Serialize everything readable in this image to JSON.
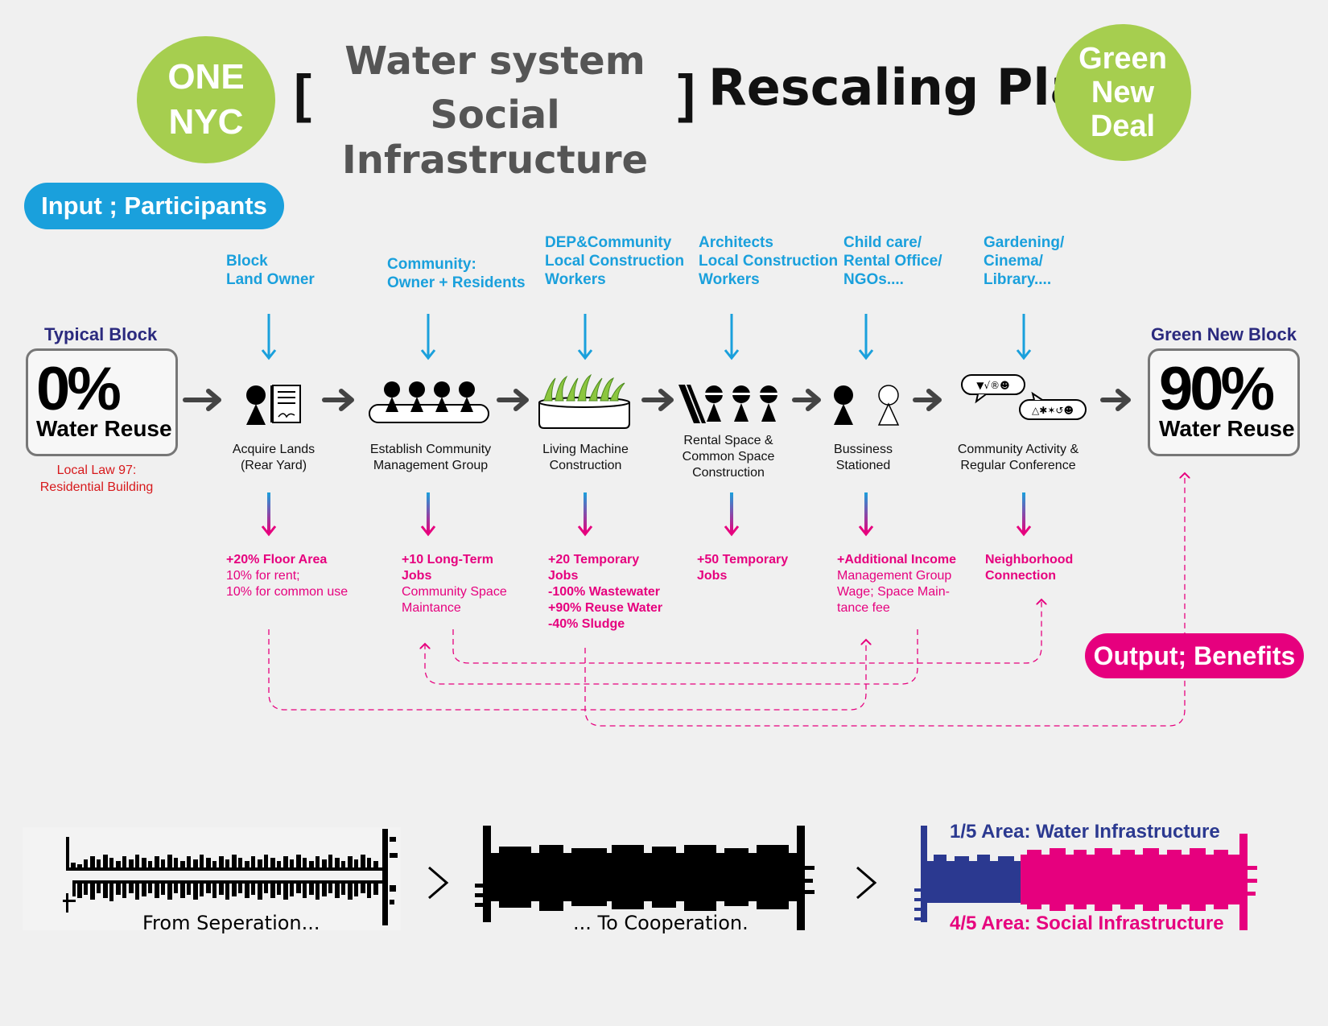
{
  "header": {
    "left_badge": [
      "ONE",
      "NYC"
    ],
    "bracket_open": "[",
    "bracket_close": "]",
    "subtitle_line1": "Water system",
    "subtitle_line2": "Social Infrastructure",
    "title": "Rescaling Plan",
    "right_badge": [
      "Green",
      "New",
      "Deal"
    ]
  },
  "input_label": "Input ; Participants",
  "output_label": "Output; Benefits",
  "start_block": {
    "caption": "Typical Block",
    "value": "0%",
    "label": "Water Reuse",
    "note_line1": "Local Law 97:",
    "note_line2": "Residential Building"
  },
  "end_block": {
    "caption": "Green New Block",
    "value": "90%",
    "label": "Water Reuse"
  },
  "participants": [
    [
      "Block",
      "Land Owner"
    ],
    [
      "Community:",
      "Owner + Residents"
    ],
    [
      "DEP&Community",
      "Local Construction",
      "Workers"
    ],
    [
      "Architects",
      "Local Construction",
      "Workers"
    ],
    [
      "Child care/",
      "Rental Office/",
      "NGOs...."
    ],
    [
      "Gardening/",
      "Cinema/",
      "Library...."
    ]
  ],
  "stages": [
    [
      "Acquire Lands",
      "(Rear Yard)"
    ],
    [
      "Establish Community",
      "Management Group"
    ],
    [
      "Living Machine",
      "Construction"
    ],
    [
      "Rental Space &",
      "Common Space",
      "Construction"
    ],
    [
      "Bussiness",
      "Stationed"
    ],
    [
      "Community Activity &",
      "Regular Conference"
    ]
  ],
  "benefits": [
    {
      "bold": [
        "+20% Floor Area"
      ],
      "light": [
        "10% for rent;",
        "10% for common use"
      ]
    },
    {
      "bold": [
        "+10 Long-Term",
        "Jobs"
      ],
      "light": [
        "Community Space",
        "Maintance"
      ]
    },
    {
      "bold": [
        "+20 Temporary",
        "Jobs",
        "-100% Wastewater",
        "+90% Reuse Water",
        "-40% Sludge"
      ],
      "light": []
    },
    {
      "bold": [
        "+50 Temporary",
        "Jobs"
      ],
      "light": []
    },
    {
      "bold": [
        "+Additional Income"
      ],
      "light": [
        "Management Group",
        "Wage; Space Main-",
        "tance fee"
      ]
    },
    {
      "bold": [
        "Neighborhood",
        "Connection"
      ],
      "light": []
    }
  ],
  "speech_bubbles": [
    "▼√®☻",
    "△✱✶↺☻"
  ],
  "bottom": {
    "caption_left": "From Seperation...",
    "caption_mid": "... To Cooperation.",
    "chevron": ">",
    "area_water": "1/5 Area: Water Infrastructure",
    "area_social": "4/5 Area: Social Infrastructure"
  },
  "colors": {
    "green": "#a6ce4f",
    "blue": "#1aa0dc",
    "pink": "#e6007e",
    "navy": "#2b2a7e",
    "dark_arrow": "#444444"
  }
}
